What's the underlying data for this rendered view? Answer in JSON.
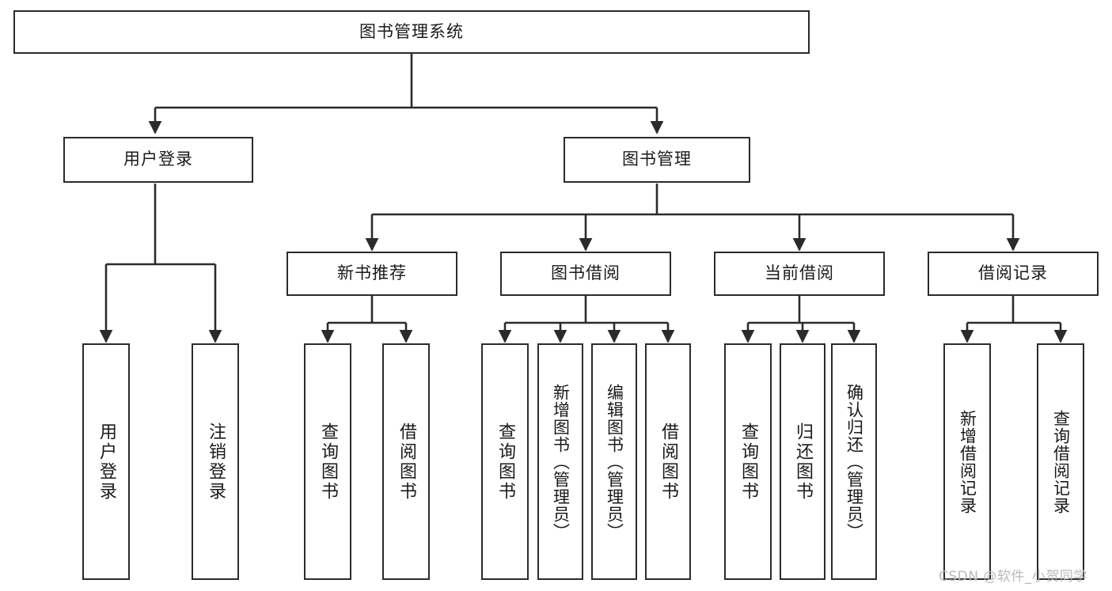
{
  "diagram": {
    "title": "图书管理系统",
    "type": "hierarchy-tree",
    "root": {
      "id": "root",
      "label": "图书管理系统"
    },
    "level1": [
      {
        "id": "user-login",
        "label": "用户登录"
      },
      {
        "id": "book-manage",
        "label": "图书管理"
      }
    ],
    "level2": [
      {
        "id": "new-book-recommend",
        "label": "新书推荐",
        "parent": "book-manage"
      },
      {
        "id": "book-borrow",
        "label": "图书借阅",
        "parent": "book-manage"
      },
      {
        "id": "current-borrow",
        "label": "当前借阅",
        "parent": "book-manage"
      },
      {
        "id": "borrow-record",
        "label": "借阅记录",
        "parent": "book-manage"
      }
    ],
    "leaves": [
      {
        "id": "leaf-user-login",
        "label": "用户登录",
        "parent": "user-login"
      },
      {
        "id": "leaf-logout",
        "label": "注销登录",
        "parent": "user-login"
      },
      {
        "id": "leaf-query-book-1",
        "label": "查询图书",
        "parent": "new-book-recommend"
      },
      {
        "id": "leaf-borrow-book-1",
        "label": "借阅图书",
        "parent": "new-book-recommend"
      },
      {
        "id": "leaf-query-book-2",
        "label": "查询图书",
        "parent": "book-borrow"
      },
      {
        "id": "leaf-add-book",
        "label": "新增图书（管理员）",
        "parent": "book-borrow"
      },
      {
        "id": "leaf-edit-book",
        "label": "编辑图书（管理员）",
        "parent": "book-borrow"
      },
      {
        "id": "leaf-borrow-book-2",
        "label": "借阅图书",
        "parent": "book-borrow"
      },
      {
        "id": "leaf-query-book-3",
        "label": "查询图书",
        "parent": "current-borrow"
      },
      {
        "id": "leaf-return-book",
        "label": "归还图书",
        "parent": "current-borrow"
      },
      {
        "id": "leaf-confirm-return",
        "label": "确认归还（管理员）",
        "parent": "current-borrow"
      },
      {
        "id": "leaf-add-record",
        "label": "新增借阅记录",
        "parent": "borrow-record"
      },
      {
        "id": "leaf-query-record",
        "label": "查询借阅记录",
        "parent": "borrow-record"
      }
    ],
    "colors": {
      "stroke": "#2b2b2b",
      "fill": "#ffffff",
      "text": "#1a1a1a",
      "watermark": "#b9b9b9"
    }
  },
  "watermark": {
    "text": "CSDN @软件_小贺同学"
  }
}
